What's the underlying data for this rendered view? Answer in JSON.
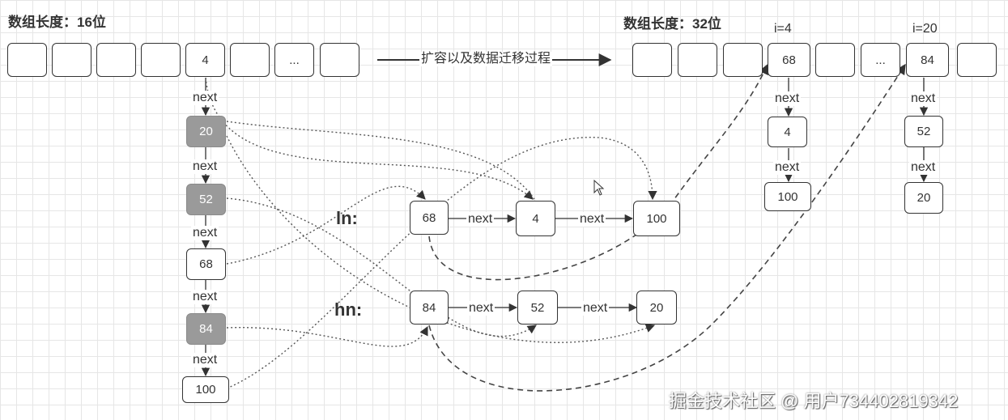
{
  "left_title": "数组长度：16位",
  "right_title": "数组长度：32位",
  "old_array": [
    "",
    "",
    "",
    "",
    "4",
    "",
    "...",
    ""
  ],
  "new_array": [
    "",
    "",
    "",
    "68",
    "",
    "...",
    "84",
    ""
  ],
  "index_labels": [
    "i=4",
    "i=20"
  ],
  "transfer_label": "扩容以及数据迁移过程",
  "next_label": "next",
  "old_chain": [
    "20",
    "52",
    "68",
    "84",
    "100"
  ],
  "ln_label": "ln:",
  "hn_label": "hn:",
  "ln_chain": [
    "68",
    "4",
    "100"
  ],
  "hn_chain": [
    "84",
    "52",
    "20"
  ],
  "new_chain_4": [
    "4",
    "100"
  ],
  "new_chain_20": [
    "52",
    "20"
  ],
  "watermark": "掘金技术社区 @ 用户734402819342",
  "colors": {
    "stroke": "#333333",
    "highlight": "#9a9a9a",
    "grid": "#e6e6e6"
  }
}
